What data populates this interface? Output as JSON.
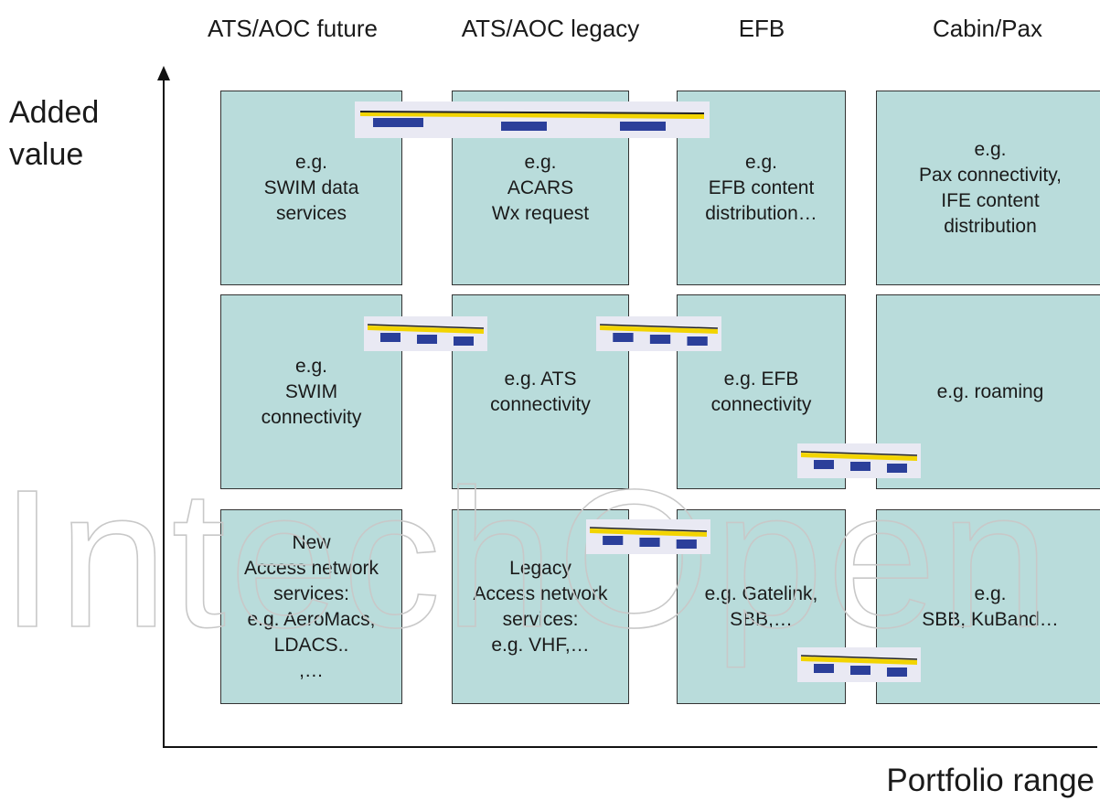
{
  "columns": [
    "ATS/AOC future",
    "ATS/AOC legacy",
    "EFB",
    "Cabin/Pax"
  ],
  "y_axis_label": "Added\nvalue",
  "x_axis_label": "Portfolio range",
  "rows": [
    [
      "e.g.\nSWIM data\nservices",
      "e.g.\nACARS\nWx request",
      "e.g.\nEFB content\ndistribution…",
      "e.g.\nPax connectivity,\nIFE content\ndistribution"
    ],
    [
      "e.g.\nSWIM\nconnectivity",
      "e.g. ATS\nconnectivity",
      "e.g. EFB\nconnectivity",
      "e.g. roaming"
    ],
    [
      "New\nAccess network\nservices:\ne.g. AeroMacs,\nLDACS..\n,…",
      "Legacy\nAccess network\nservices:\ne.g. VHF,…",
      "e.g. Gatelink,\nSBB,…",
      "e.g.\nSBB, KuBand…"
    ]
  ],
  "watermark_text": "IntechOpen",
  "colors": {
    "cell_fill": "#b9dcdb",
    "bridge_deck": "#f2d400",
    "bridge_pillar": "#2b3f9a"
  }
}
